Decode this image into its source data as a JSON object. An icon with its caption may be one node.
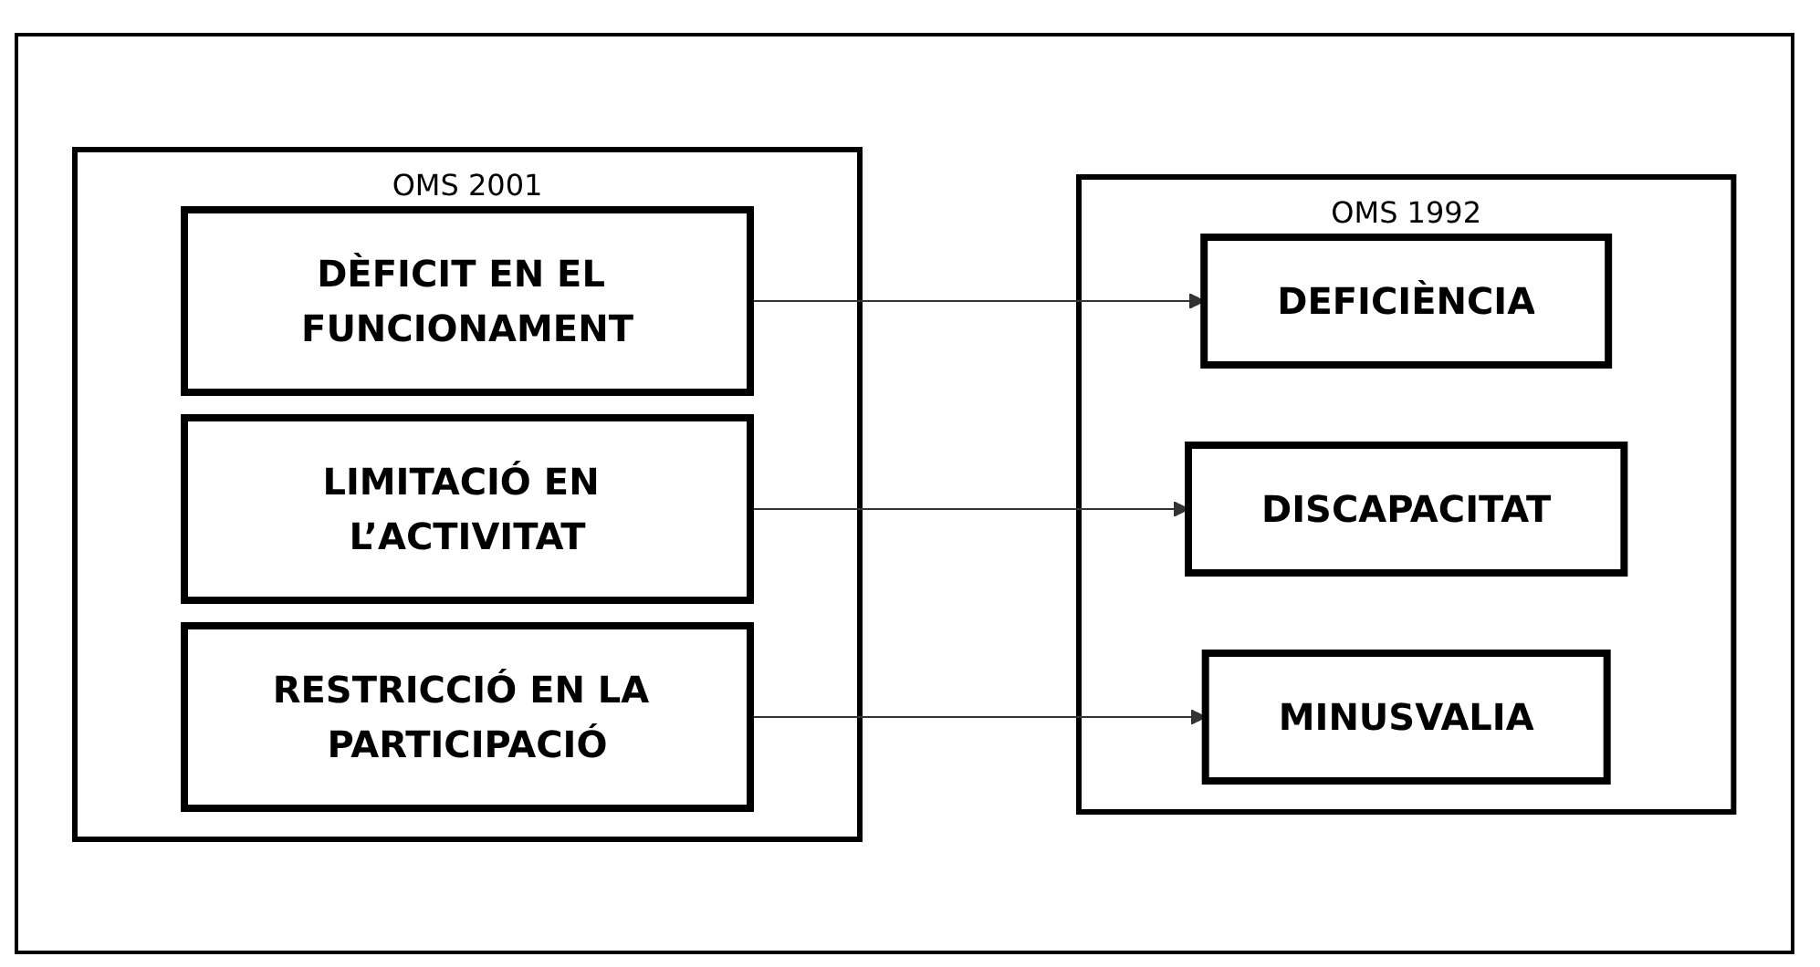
{
  "diagram": {
    "nodes": [
      {
        "text": [
          "OMS 2001"
        ]
      },
      {
        "text": [
          "DÈFICIT EN EL FUNCIONAMENT"
        ],
        "in": 0
      },
      {
        "text": [
          "LIMITACIÓ EN L’ACTIVITAT"
        ],
        "in": 0
      },
      {
        "text": [
          "RESTRICCIÓ EN LA PARTICIPACIÓ"
        ],
        "in": 0
      },
      {
        "text": [
          "OMS 1992"
        ]
      },
      {
        "text": [
          "DEFICIÈNCIA"
        ],
        "in": 4
      },
      {
        "text": [
          "DISCAPACITAT"
        ],
        "in": 4
      },
      {
        "text": [
          "MINUSVALIA"
        ],
        "in": 4
      }
    ],
    "edges": [
      {
        "from": 1,
        "to": 5,
        "arrow": "to"
      },
      {
        "from": 2,
        "to": 6,
        "arrow": "to"
      },
      {
        "from": 3,
        "to": 7,
        "arrow": "to"
      }
    ]
  }
}
